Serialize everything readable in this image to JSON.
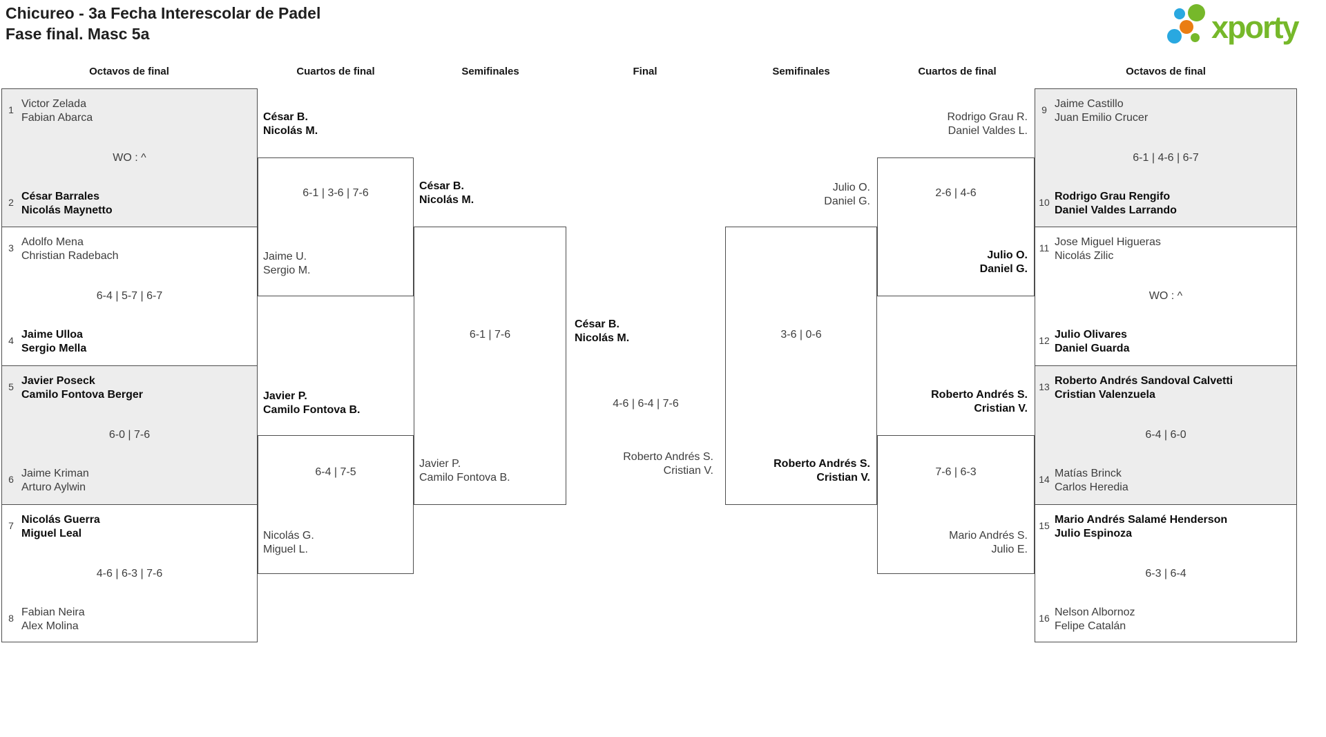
{
  "title": {
    "line1": "Chicureo - 3a Fecha Interescolar de Padel",
    "line2": "Fase final. Masc 5a"
  },
  "logo": {
    "brand": "xporty"
  },
  "logo_colors": {
    "green": "#76b82a",
    "blue": "#29a8e0",
    "orange": "#ea7d12"
  },
  "round_headers": [
    "Octavos de final",
    "Cuartos de final",
    "Semifinales",
    "Final",
    "Semifinales",
    "Cuartos de final",
    "Octavos de final"
  ],
  "bracket": {
    "octavos_left": [
      {
        "seed_top": "1",
        "team_top": [
          "Victor Zelada",
          "Fabian Abarca"
        ],
        "score": "WO : ^",
        "seed_bottom": "2",
        "team_bottom": [
          "César Barrales",
          "Nicolás Maynetto"
        ],
        "winner": "bottom"
      },
      {
        "seed_top": "3",
        "team_top": [
          "Adolfo Mena",
          "Christian Radebach"
        ],
        "score": "6-4 | 5-7 | 6-7",
        "seed_bottom": "4",
        "team_bottom": [
          "Jaime Ulloa",
          "Sergio Mella"
        ],
        "winner": "bottom"
      },
      {
        "seed_top": "5",
        "team_top": [
          "Javier Poseck",
          "Camilo Fontova Berger"
        ],
        "score": "6-0 | 7-6",
        "seed_bottom": "6",
        "team_bottom": [
          "Jaime Kriman",
          "Arturo Aylwin"
        ],
        "winner": "top"
      },
      {
        "seed_top": "7",
        "team_top": [
          "Nicolás Guerra",
          "Miguel Leal"
        ],
        "score": "4-6 | 6-3 | 7-6",
        "seed_bottom": "8",
        "team_bottom": [
          "Fabian Neira",
          "Alex Molina"
        ],
        "winner": "top"
      }
    ],
    "octavos_right": [
      {
        "seed_top": "9",
        "team_top": [
          "Jaime Castillo",
          "Juan Emilio Crucer"
        ],
        "score": "6-1 | 4-6 | 6-7",
        "seed_bottom": "10",
        "team_bottom": [
          "Rodrigo Grau Rengifo",
          "Daniel Valdes Larrando"
        ],
        "winner": "bottom"
      },
      {
        "seed_top": "11",
        "team_top": [
          "Jose Miguel Higueras",
          "Nicolás Zilic"
        ],
        "score": "WO : ^",
        "seed_bottom": "12",
        "team_bottom": [
          "Julio Olivares",
          "Daniel Guarda"
        ],
        "winner": "bottom"
      },
      {
        "seed_top": "13",
        "team_top": [
          "Roberto Andrés Sandoval Calvetti",
          "Cristian Valenzuela"
        ],
        "score": "6-4 | 6-0",
        "seed_bottom": "14",
        "team_bottom": [
          "Matías Brinck",
          "Carlos Heredia"
        ],
        "winner": "top"
      },
      {
        "seed_top": "15",
        "team_top": [
          "Mario Andrés Salamé Henderson",
          "Julio Espinoza"
        ],
        "score": "6-3 | 6-4",
        "seed_bottom": "16",
        "team_bottom": [
          "Nelson Albornoz",
          "Felipe Catalán"
        ],
        "winner": "top"
      }
    ],
    "cuartos_left": [
      {
        "team_top": [
          "César B.",
          "Nicolás M."
        ],
        "score": "6-1 | 3-6 | 7-6",
        "team_bottom": [
          "Jaime U.",
          "Sergio M."
        ],
        "winner": "top"
      },
      {
        "team_top": [
          "Javier P.",
          "Camilo Fontova B."
        ],
        "score": "6-4 | 7-5",
        "team_bottom": [
          "Nicolás G.",
          "Miguel L."
        ],
        "winner": "top"
      }
    ],
    "cuartos_right": [
      {
        "team_top": [
          "Rodrigo Grau R.",
          "Daniel Valdes L."
        ],
        "score": "2-6 | 4-6",
        "team_bottom": [
          "Julio O.",
          "Daniel G."
        ],
        "winner": "bottom"
      },
      {
        "team_top": [
          "Roberto Andrés S.",
          "Cristian V."
        ],
        "score": "7-6 | 6-3",
        "team_bottom": [
          "Mario Andrés S.",
          "Julio E."
        ],
        "winner": "top"
      }
    ],
    "semifinal_left": {
      "team_top": [
        "César B.",
        "Nicolás M."
      ],
      "score": "6-1 | 7-6",
      "team_bottom": [
        "Javier P.",
        "Camilo Fontova B."
      ],
      "winner": "top"
    },
    "semifinal_right": {
      "team_top": [
        "Julio O.",
        "Daniel G."
      ],
      "score": "3-6 | 0-6",
      "team_bottom": [
        "Roberto Andrés S.",
        "Cristian V."
      ],
      "winner": "bottom"
    },
    "final": {
      "team_top": [
        "César B.",
        "Nicolás M."
      ],
      "score": "4-6 | 6-4 | 7-6",
      "team_bottom": [
        "Roberto Andrés S.",
        "Cristian V."
      ],
      "winner": "top"
    }
  }
}
